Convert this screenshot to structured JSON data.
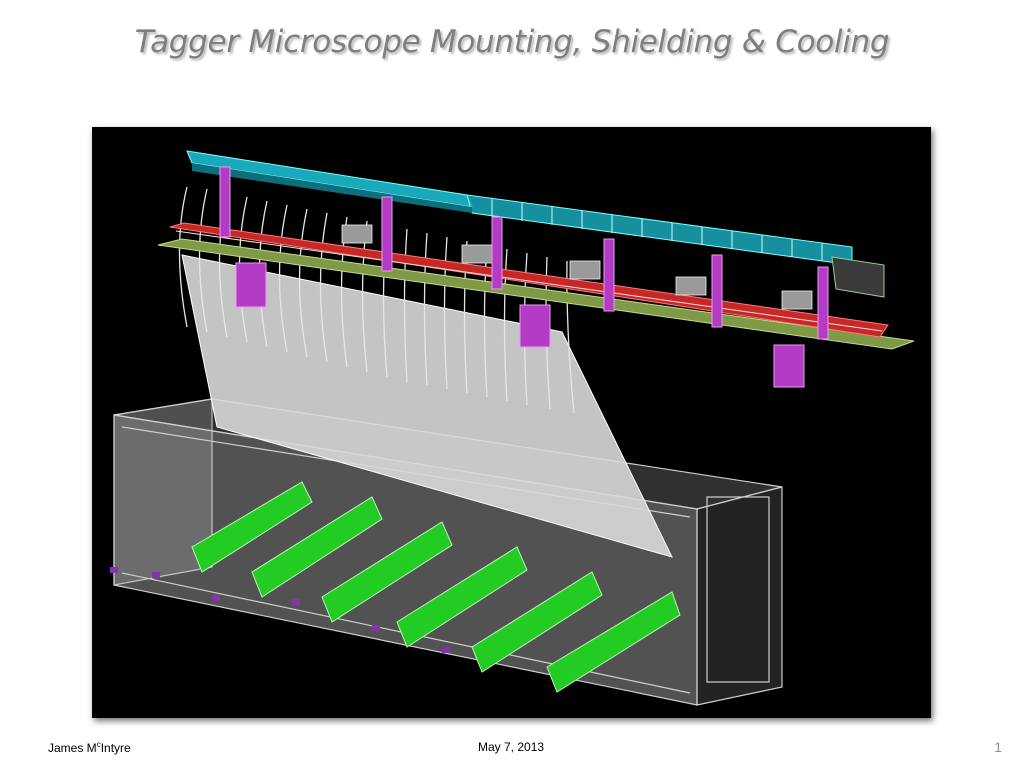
{
  "slide": {
    "title": "Tagger Microscope Mounting, Shielding & Cooling",
    "page_number": "1"
  },
  "footer": {
    "author_first": "James M",
    "author_sup": "c",
    "author_last": "Intyre",
    "date": "May 7, 2013"
  },
  "colors": {
    "background": "#000000",
    "title": "#7f7f7f",
    "shield_box": "#bfbfbf",
    "boards": "#22cc22",
    "rail": "#cc2b2b",
    "supports": "#b43bc4",
    "cooling_channel": "#1fb5c9"
  }
}
